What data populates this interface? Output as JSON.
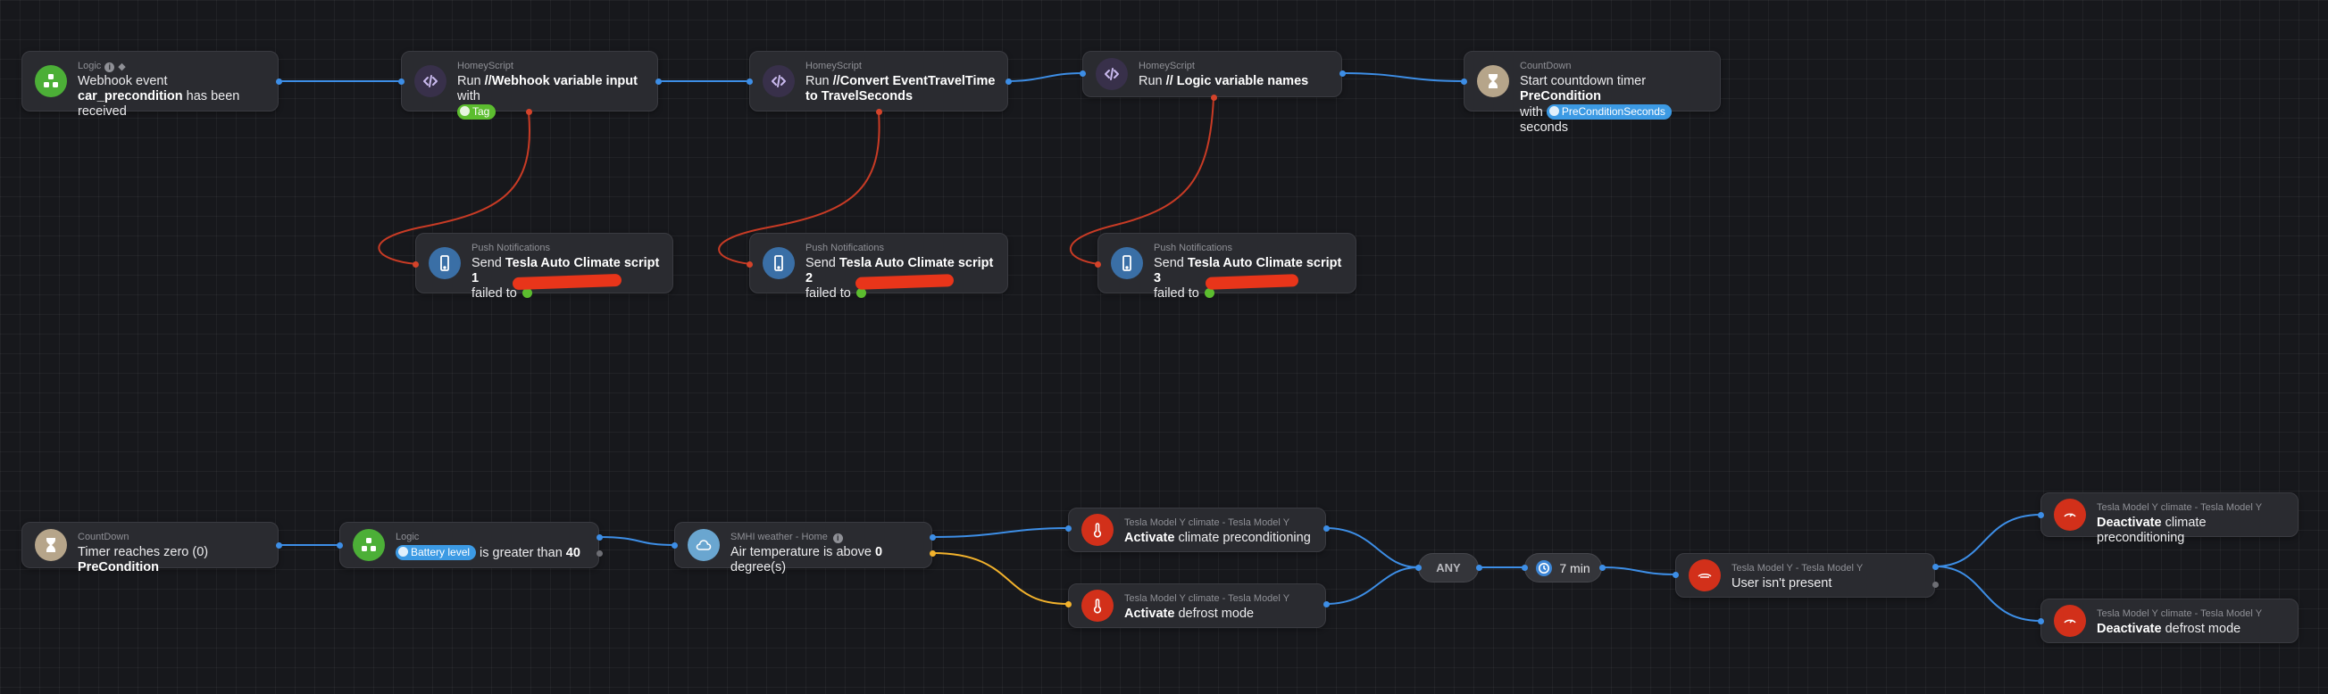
{
  "colors": {
    "canvas": "#17181c",
    "card": "#2a2b30",
    "wire_true": "#3d8ee6",
    "wire_error": "#d4432a",
    "wire_else": "#f2b22c",
    "tag_green": "#5cbd2f",
    "tag_blue": "#3c9ae4"
  },
  "flow1": {
    "webhook": {
      "app": "Logic",
      "text_a": "Webhook event ",
      "text_b": "car_precondition",
      "text_c": " has been received",
      "icon": "logic-icon"
    },
    "script1": {
      "app": "HomeyScript",
      "text_a": "Run ",
      "text_b": "//Webhook variable input",
      "text_c": " with ",
      "tag": "Tag",
      "icon": "code-icon"
    },
    "script2": {
      "app": "HomeyScript",
      "text_a": "Run ",
      "text_b": "//Convert EventTravelTime to TravelSeconds",
      "icon": "code-icon"
    },
    "script3": {
      "app": "HomeyScript",
      "text_a": "Run ",
      "text_b": "// Logic variable names",
      "icon": "code-icon"
    },
    "countdown_start": {
      "app": "CountDown",
      "text_a": "Start countdown timer ",
      "text_b": "PreCondition",
      "text_c": "with ",
      "tag": "PreConditionSeconds",
      "text_d": " seconds",
      "icon": "hourglass-icon"
    },
    "push1": {
      "app": "Push Notifications",
      "text_a": "Send ",
      "text_b": "Tesla Auto Climate script 1",
      "text_c": "failed to ",
      "icon": "phone-icon"
    },
    "push2": {
      "app": "Push Notifications",
      "text_a": "Send ",
      "text_b": "Tesla Auto Climate script 2",
      "text_c": "failed to ",
      "icon": "phone-icon"
    },
    "push3": {
      "app": "Push Notifications",
      "text_a": "Send ",
      "text_b": "Tesla Auto Climate script 3",
      "text_c": "failed to ",
      "icon": "phone-icon"
    }
  },
  "flow2": {
    "timer": {
      "app": "CountDown",
      "text_a": "Timer reaches zero (0) ",
      "text_b": "PreCondition",
      "icon": "hourglass-icon"
    },
    "battery": {
      "app": "Logic",
      "tag": "Battery level",
      "text_a": " is greater than ",
      "text_b": "40",
      "icon": "logic-icon"
    },
    "weather": {
      "app": "SMHI weather - Home",
      "text_a": "Air temperature is above ",
      "text_b": "0",
      "text_c": " degree(s)",
      "icon": "cloud-icon"
    },
    "activate_climate": {
      "app": "Tesla Model Y climate - Tesla Model Y",
      "text_b": "Activate",
      "text_c": " climate preconditioning",
      "icon": "thermometer-icon"
    },
    "activate_defrost": {
      "app": "Tesla Model Y climate - Tesla Model Y",
      "text_b": "Activate",
      "text_c": " defrost mode",
      "icon": "thermometer-icon"
    },
    "any_label": "ANY",
    "delay_label": "7 min",
    "user_present": {
      "app": "Tesla Model Y - Tesla Model Y",
      "text_a": "User isn't present",
      "icon": "tesla-car-icon"
    },
    "deactivate_climate": {
      "app": "Tesla Model Y climate - Tesla Model Y",
      "text_b": "Deactivate",
      "text_c": " climate preconditioning",
      "icon": "thermometer-icon"
    },
    "deactivate_defrost": {
      "app": "Tesla Model Y climate - Tesla Model Y",
      "text_b": "Deactivate",
      "text_c": " defrost mode",
      "icon": "thermometer-icon"
    }
  }
}
